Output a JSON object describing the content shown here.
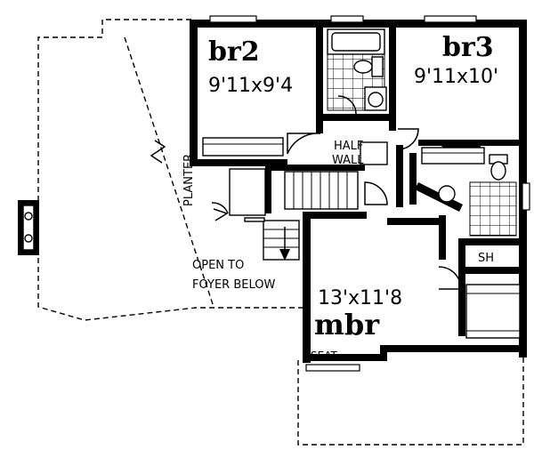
{
  "rooms": {
    "br2": {
      "name": "br2",
      "size": "9'11x9'4"
    },
    "br3": {
      "name": "br3",
      "size": "9'11x10'"
    },
    "mbr": {
      "name": "mbr",
      "size": "13'x11'8"
    }
  },
  "labels": {
    "half_wall_1": "HALF",
    "half_wall_2": "WALL",
    "planter": "PLANTER",
    "open_to_1": "OPEN TO",
    "open_to_2": "FOYER BELOW",
    "shower": "SH",
    "seat": "SEAT"
  }
}
